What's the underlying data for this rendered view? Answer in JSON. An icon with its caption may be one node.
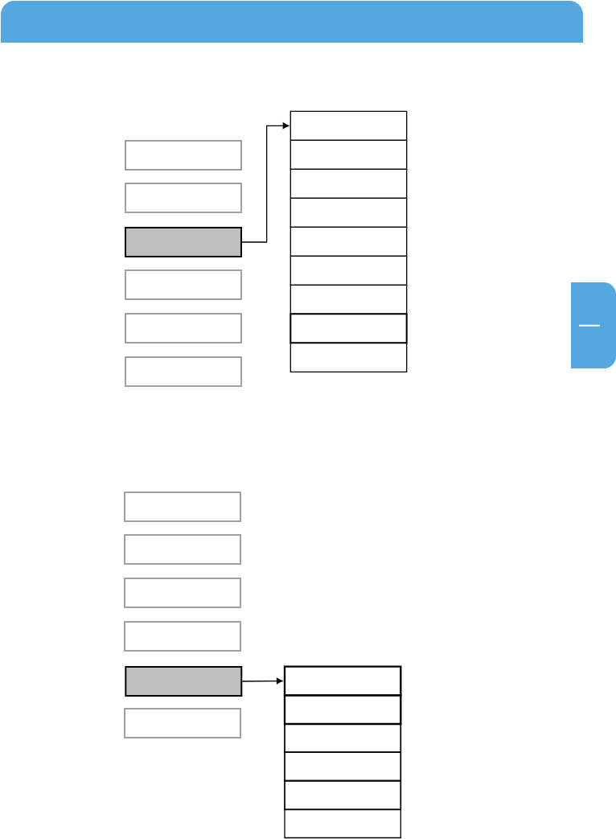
{
  "diagram": {
    "nodes": [
      {
        "text": [],
        "shape": "box"
      },
      {
        "text": [],
        "shape": "box"
      },
      {
        "text": [],
        "shape": "box"
      },
      {
        "text": [],
        "shape": "box"
      },
      {
        "text": [],
        "shape": "box"
      },
      {
        "text": [],
        "shape": "box"
      },
      {
        "text": [],
        "shape": "box"
      },
      {
        "text": [],
        "shape": "box"
      },
      {
        "text": [],
        "shape": "box"
      },
      {
        "text": [],
        "shape": "box"
      },
      {
        "text": [],
        "shape": "box"
      },
      {
        "text": [],
        "shape": "box"
      },
      {
        "text": [],
        "shape": "box"
      },
      {
        "text": [],
        "shape": "box"
      },
      {
        "text": [],
        "shape": "box"
      },
      {
        "text": [],
        "shape": "box"
      },
      {
        "text": [],
        "shape": "box"
      },
      {
        "text": [],
        "shape": "box"
      },
      {
        "text": [],
        "shape": "box"
      },
      {
        "text": [],
        "shape": "box"
      },
      {
        "text": [],
        "shape": "box"
      },
      {
        "text": [],
        "shape": "box"
      },
      {
        "text": [],
        "shape": "box"
      },
      {
        "text": [],
        "shape": "box"
      },
      {
        "text": [],
        "shape": "box"
      },
      {
        "text": [],
        "shape": "box"
      },
      {
        "text": [],
        "shape": "box"
      }
    ],
    "edges": [
      {
        "from": 2,
        "to": 6,
        "arrow": "to"
      },
      {
        "from": 19,
        "to": 21,
        "arrow": "to"
      }
    ]
  }
}
